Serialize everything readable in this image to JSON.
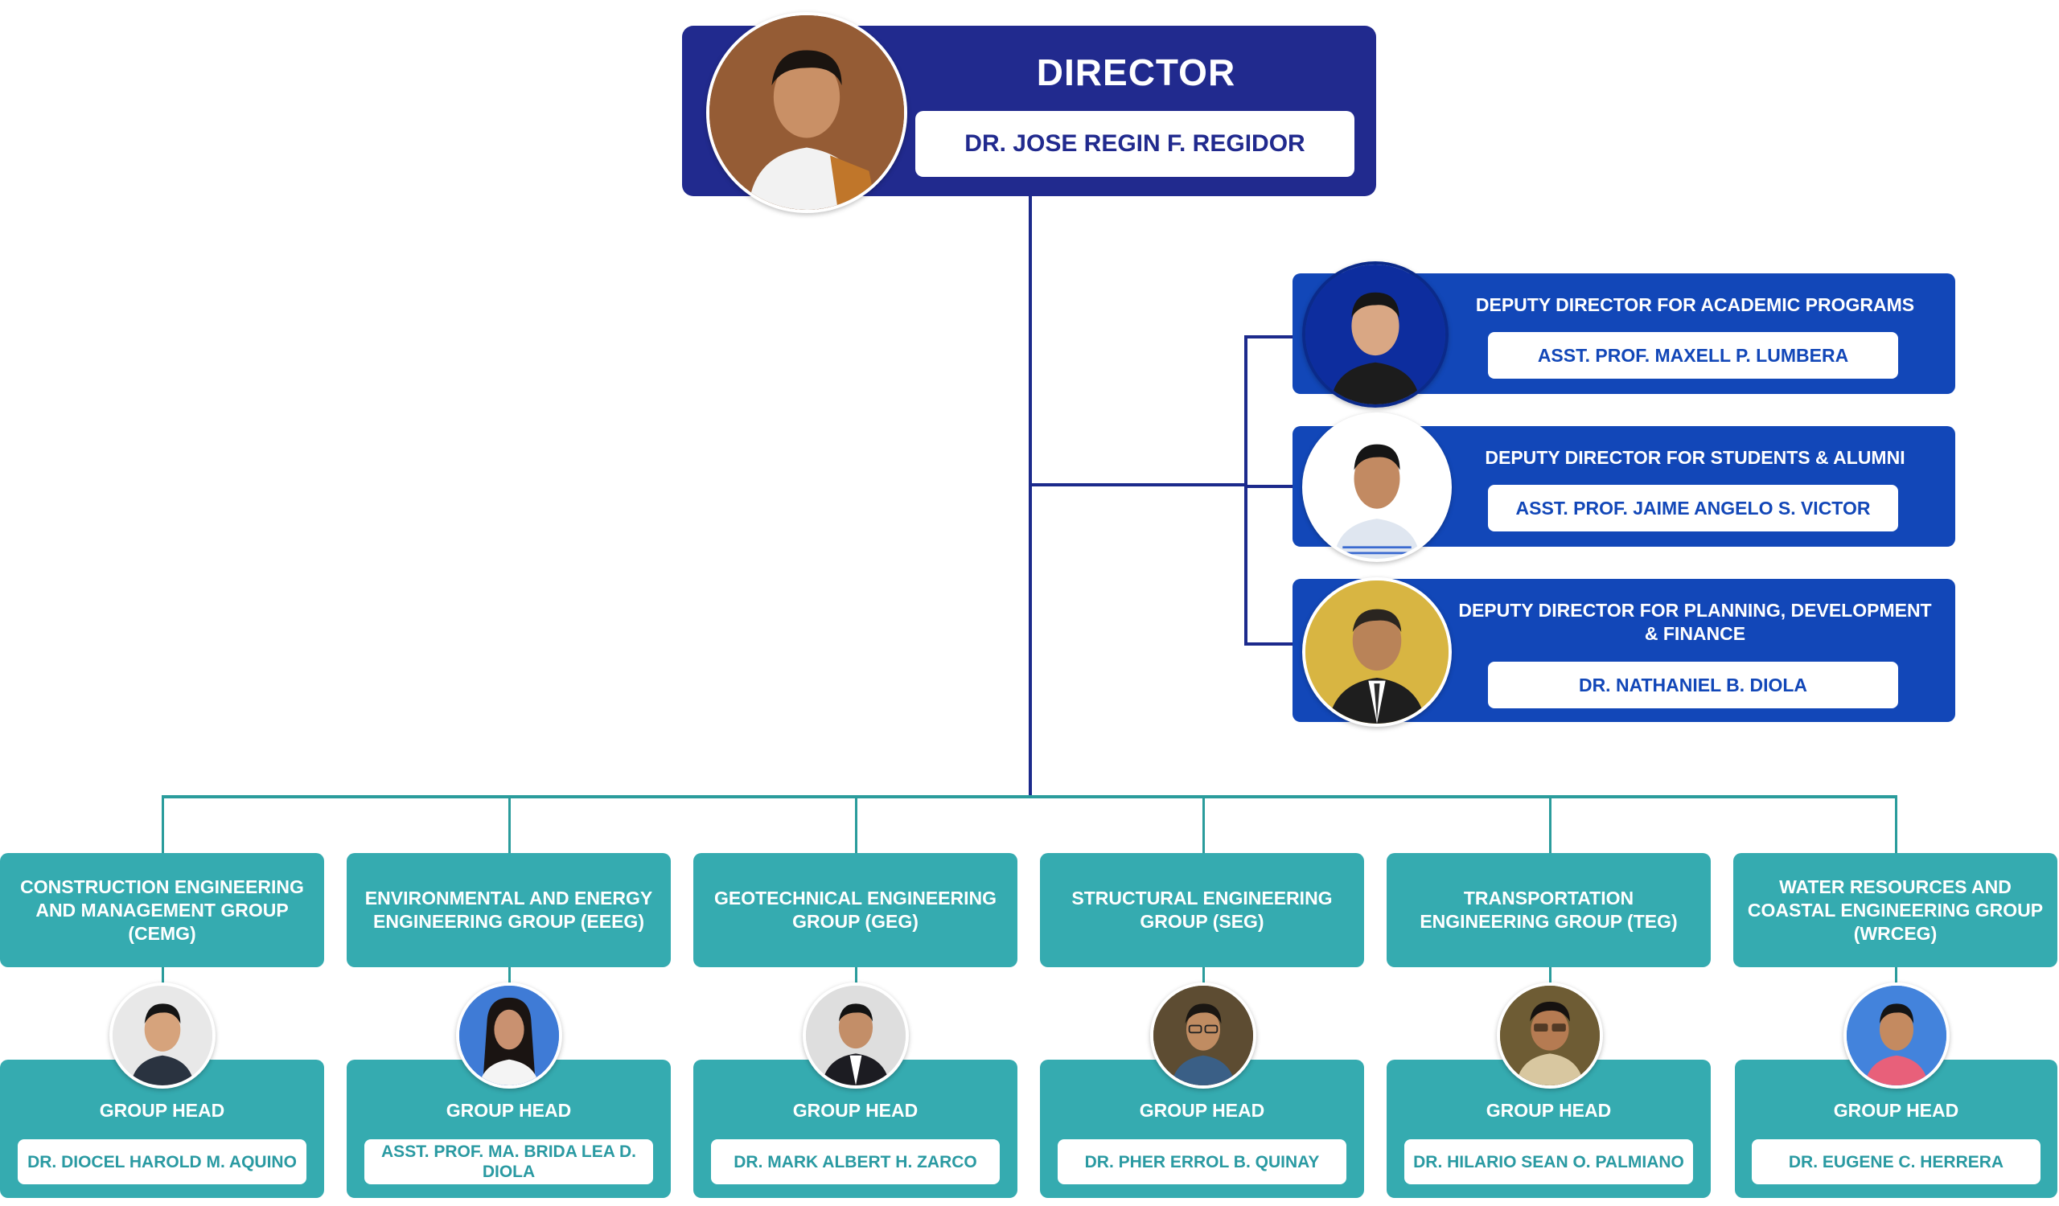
{
  "colors": {
    "director_navy": "#212a8e",
    "deputy_blue": "#1247b8",
    "group_teal": "#35abb0",
    "connector_teal": "#2a9c9c"
  },
  "director": {
    "title": "DIRECTOR",
    "name": "DR. JOSE REGIN F. REGIDOR"
  },
  "deputies": [
    {
      "title": "DEPUTY DIRECTOR FOR ACADEMIC PROGRAMS",
      "name": "ASST. PROF. MAXELL P. LUMBERA"
    },
    {
      "title": "DEPUTY DIRECTOR FOR STUDENTS & ALUMNI",
      "name": "ASST. PROF. JAIME ANGELO S. VICTOR"
    },
    {
      "title": "DEPUTY DIRECTOR FOR PLANNING, DEVELOPMENT & FINANCE",
      "name": "DR. NATHANIEL B. DIOLA"
    }
  ],
  "groups": [
    {
      "name": "CONSTRUCTION ENGINEERING AND MANAGEMENT GROUP (CEMG)",
      "head_label": "GROUP HEAD",
      "head_name": "DR. DIOCEL HAROLD M. AQUINO"
    },
    {
      "name": "ENVIRONMENTAL AND ENERGY ENGINEERING GROUP (EEEG)",
      "head_label": "GROUP HEAD",
      "head_name": "ASST. PROF. MA. BRIDA LEA D. DIOLA"
    },
    {
      "name": "GEOTECHNICAL ENGINEERING GROUP (GEG)",
      "head_label": "GROUP HEAD",
      "head_name": "DR. MARK ALBERT H. ZARCO"
    },
    {
      "name": "STRUCTURAL ENGINEERING GROUP (SEG)",
      "head_label": "GROUP HEAD",
      "head_name": "DR. PHER ERROL B. QUINAY"
    },
    {
      "name": "TRANSPORTATION ENGINEERING GROUP (TEG)",
      "head_label": "GROUP HEAD",
      "head_name": "DR. HILARIO SEAN O. PALMIANO"
    },
    {
      "name": "WATER RESOURCES AND COASTAL ENGINEERING GROUP (WRCEG)",
      "head_label": "GROUP HEAD",
      "head_name": "DR. EUGENE C. HERRERA"
    }
  ]
}
